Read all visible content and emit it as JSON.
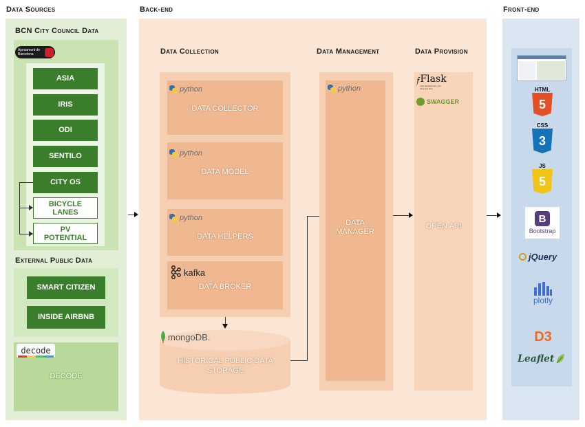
{
  "headers": {
    "data_sources": "Data Sources",
    "back_end": "Back-end",
    "front_end": "Front-end"
  },
  "bcn": {
    "title": "BCN City Council Data",
    "logo_text": "Ajuntament de Barcelona",
    "items": [
      "ASIA",
      "IRIS",
      "ODI",
      "SENTILO",
      "CITY OS"
    ],
    "white_items": [
      "BICYCLE LANES",
      "PV POTENTIAL"
    ]
  },
  "external": {
    "title": "External Public Data",
    "items": [
      "SMART CITIZEN",
      "INSIDE AIRBNB"
    ]
  },
  "decode": {
    "logo_text": "decode",
    "label": "DECODE"
  },
  "collection": {
    "title": "Data Collection",
    "python_label": "python",
    "collector": "DATA COLLECTOR",
    "model": "DATA MODEL",
    "helpers": "DATA HELPERS",
    "kafka_label": "kafka",
    "broker": "DATA BROKER",
    "mongo_label": "mongoDB.",
    "storage": "HISTORICAL PUBLIC DATA STORAGE"
  },
  "management": {
    "title": "Data Management",
    "python_label": "python",
    "manager": "DATA MANAGER"
  },
  "provision": {
    "title": "Data Provision",
    "flask_label": "Flask",
    "flask_sub": "web development, one drop at a time",
    "swagger_label": "SWAGGER",
    "api": "OPEN API"
  },
  "frontend": {
    "html_label": "HTML",
    "html_num": "5",
    "css_label": "CSS",
    "css_num": "3",
    "js_label": "JS",
    "js_num": "5",
    "bootstrap_letter": "B",
    "bootstrap_label": "Bootstrap",
    "jquery_label": "jQuery",
    "plotly_label": "plotly",
    "d3_label": "D3",
    "leaflet_label": "Leaflet"
  },
  "colors": {
    "green_dark": "#3a7d2a",
    "green_light": "#e2efd6",
    "peach_panel": "#fbe5d4",
    "orange_box": "#f0b890",
    "blue_panel": "#dbe6f3"
  }
}
